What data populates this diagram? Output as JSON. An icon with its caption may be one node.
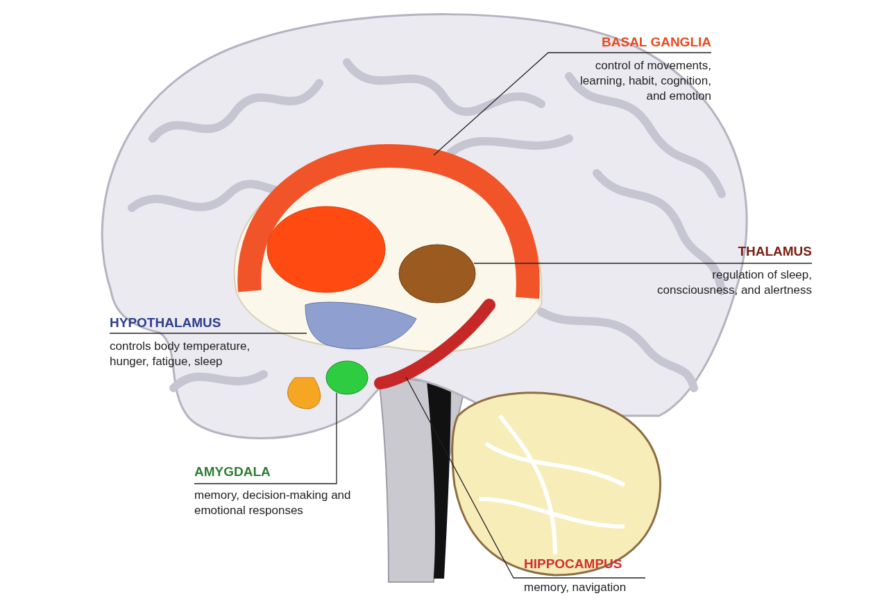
{
  "diagram": {
    "nodes": [
      {
        "text": [
          "BASAL GANGLIA",
          "control of movements, learning, habit, cognition, and emotion"
        ]
      },
      {
        "text": [
          "THALAMUS",
          "regulation of sleep, consciousness, and alertness"
        ]
      },
      {
        "text": [
          "HYPOTHALAMUS",
          "controls body temperature, hunger, fatigue, sleep"
        ]
      },
      {
        "text": [
          "AMYGDALA",
          "memory, decision-making and emotional responses"
        ]
      },
      {
        "text": [
          "HIPPOCAMPUS",
          "memory, navigation"
        ]
      },
      {
        "text": [],
        "shape": "picture"
      },
      {
        "text": [],
        "shape": "picture"
      },
      {
        "text": [],
        "shape": "picture"
      },
      {
        "text": [],
        "shape": "circle"
      },
      {
        "text": [],
        "shape": "picture"
      }
    ],
    "edges": [
      {
        "from": 0,
        "to": 5,
        "arrow": "none"
      },
      {
        "from": 1,
        "to": 6,
        "arrow": "none"
      },
      {
        "from": 2,
        "to": 7,
        "arrow": "none"
      },
      {
        "from": 3,
        "to": 8,
        "arrow": "none"
      },
      {
        "from": 4,
        "to": 9,
        "arrow": "none"
      }
    ]
  }
}
